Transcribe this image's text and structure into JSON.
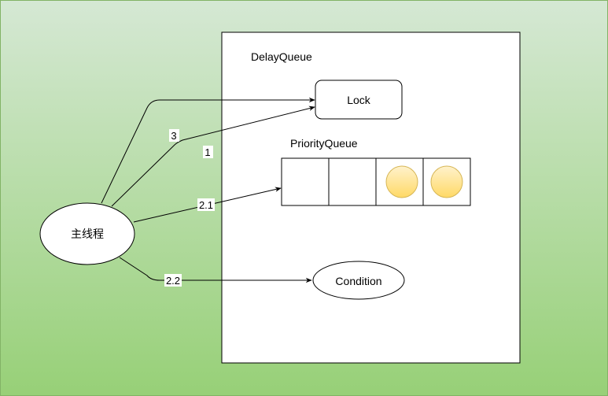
{
  "diagram": {
    "container_title": "DelayQueue",
    "lock_label": "Lock",
    "priority_queue_label": "PriorityQueue",
    "condition_label": "Condition",
    "main_thread_label": "主线程",
    "edge_labels": {
      "lock_path": "1",
      "lock_path_b": "3",
      "queue_path": "2.1",
      "condition_path": "2.2"
    },
    "priority_queue_slots": [
      {
        "filled": false
      },
      {
        "filled": false
      },
      {
        "filled": true
      },
      {
        "filled": true
      }
    ],
    "colors": {
      "background_top": "#d5e8d4",
      "background_bottom": "#97d077",
      "token_fill_top": "#fff2cc",
      "token_fill_bottom": "#ffd966",
      "token_stroke": "#d6b656"
    }
  }
}
